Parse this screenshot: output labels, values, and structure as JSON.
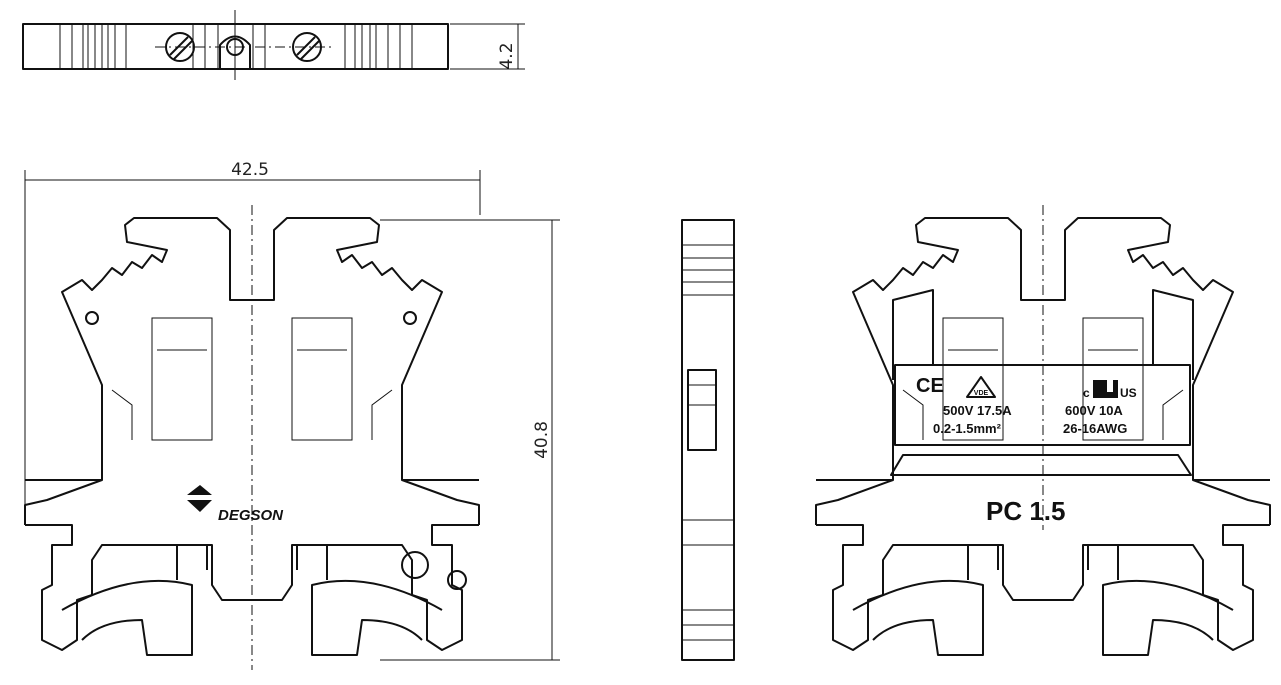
{
  "dimensions": {
    "height_top": "4.2",
    "width": "42.5",
    "height": "40.8"
  },
  "brand": {
    "name": "DEGSON"
  },
  "label": {
    "ce": "CE",
    "vde": "VDE",
    "iec_rating": "500V 17.5A",
    "iec_wire": "0.2-1.5mm²",
    "ul_c": "c",
    "ul_us": "US",
    "ul_rating": "600V 10A",
    "ul_wire": "26-16AWG",
    "model": "PC 1.5"
  },
  "colors": {
    "line": "#111111",
    "background": "#ffffff"
  }
}
